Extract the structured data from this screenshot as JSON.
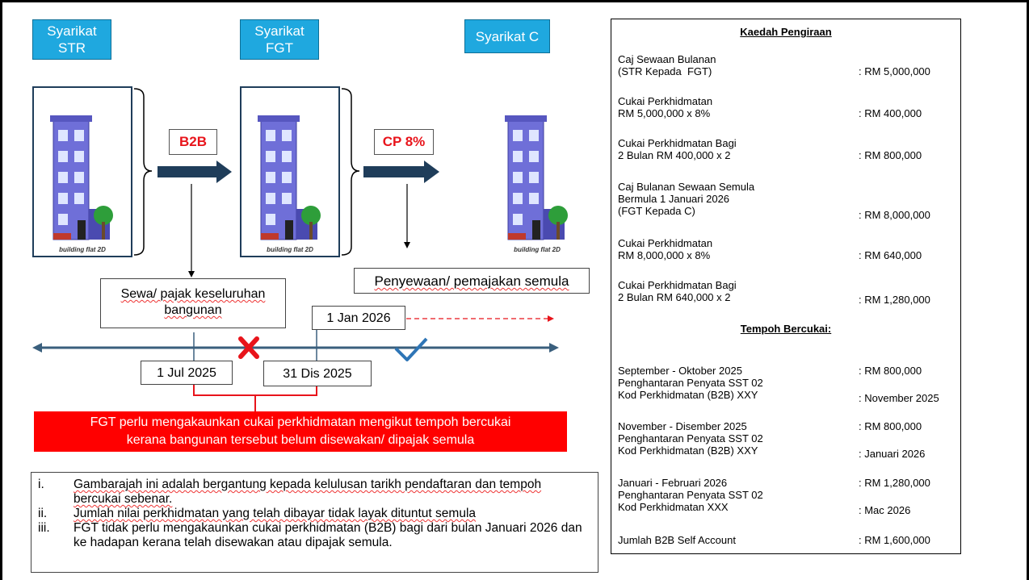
{
  "companies": [
    "Syarikat\nSTR",
    "Syarikat\nFGT",
    "Syarikat C"
  ],
  "building_caption": "building flat 2D",
  "tags": {
    "b2b": "B2B",
    "cp": "CP 8%"
  },
  "labels": {
    "lease_whole": "Sewa/ pajak keseluruhan bangunan",
    "sublease": "Penyewaan/ pemajakan semula"
  },
  "timeline": {
    "jan2026": "1 Jan 2026",
    "jul2025": "1 Jul 2025",
    "dis2025": "31 Dis 2025"
  },
  "colors": {
    "company_box": "#1fa8df",
    "arrow": "#1f3d5a",
    "alert": "#ff0000",
    "tick": "#2e75b6",
    "cross": "#e8141b"
  },
  "alert": {
    "line1": "FGT perlu mengakaunkan cukai perkhidmatan mengikut tempoh bercukai",
    "line2": "kerana bangunan tersebut belum disewakan/ dipajak semula"
  },
  "notes": [
    {
      "num": "i.",
      "text": "Gambarajah ini adalah bergantung kepada kelulusan tarikh pendaftaran dan tempoh bercukai sebenar."
    },
    {
      "num": "ii.",
      "text": "Jumlah nilai perkhidmatan yang telah dibayar tidak layak dituntut semula"
    },
    {
      "num": "iii.",
      "text": "FGT tidak perlu mengakaunkan cukai perkhidmatan (B2B) bagi dari bulan Januari 2026 dan ke hadapan kerana  telah disewakan atau dipajak semula."
    }
  ],
  "calc": {
    "title": "Kaedah Pengiraan",
    "items": [
      {
        "label": "Caj Sewaan Bulanan\n(STR Kepada  FGT)",
        "value": ": RM 5,000,000"
      },
      {
        "label": "Cukai Perkhidmatan\nRM 5,000,000 x 8%",
        "value": ": RM 400,000"
      },
      {
        "label": "Cukai Perkhidmatan Bagi\n2 Bulan RM 400,000 x 2",
        "value": ": RM 800,000"
      },
      {
        "label": "Caj Bulanan Sewaan Semula\nBermula 1 Januari 2026\n(FGT Kepada C)",
        "value": ": RM 8,000,000"
      },
      {
        "label": "Cukai Perkhidmatan\nRM 8,000,000 x 8%",
        "value": ": RM 640,000"
      },
      {
        "label": "Cukai Perkhidmatan Bagi\n2 Bulan RM 640,000 x 2",
        "value": ": RM 1,280,000"
      }
    ],
    "period_title": "Tempoh Bercukai:",
    "periods": [
      {
        "period": "September - Oktober 2025",
        "amount": ": RM 800,000",
        "line2": "Penghantaran Penyata SST 02",
        "line3": "Kod Perkhidmatan (B2B) XXY",
        "due": ": November 2025"
      },
      {
        "period": "November - Disember 2025",
        "amount": ": RM 800,000",
        "line2": "Penghantaran Penyata SST 02",
        "line3": "Kod Perkhidmatan (B2B) XXY",
        "due": ": Januari 2026"
      },
      {
        "period": "Januari - Februari 2026",
        "amount": ": RM 1,280,000",
        "line2": "Penghantaran Penyata SST 02",
        "line3": "Kod Perkhidmatan XXX",
        "due": ": Mac 2026"
      }
    ],
    "total_label": "Jumlah B2B Self Account",
    "total_value": ": RM 1,600,000"
  }
}
